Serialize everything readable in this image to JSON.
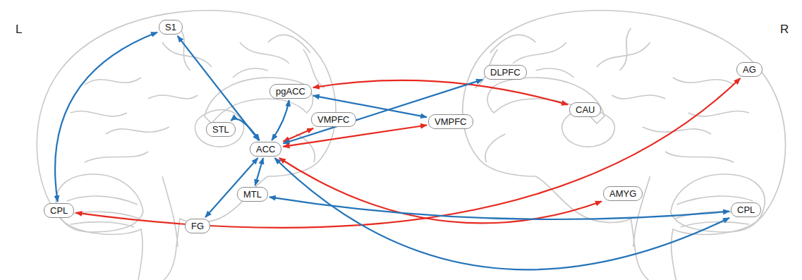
{
  "diagram": {
    "nodes": [
      {
        "text": [
          "S1"
        ]
      },
      {
        "text": [
          "DLPFC"
        ]
      },
      {
        "text": [
          "AG"
        ]
      },
      {
        "text": [
          "pgACC"
        ]
      },
      {
        "text": [
          "CAU"
        ]
      },
      {
        "text": [
          "VMPFC"
        ]
      },
      {
        "text": [
          "VMPFC"
        ]
      },
      {
        "text": [
          "STL"
        ]
      },
      {
        "text": [
          "ACC"
        ]
      },
      {
        "text": [
          "MTL"
        ]
      },
      {
        "text": [
          "AMYG"
        ]
      },
      {
        "text": [
          "CPL"
        ]
      },
      {
        "text": [
          "CPL"
        ]
      },
      {
        "text": [
          "FG"
        ]
      }
    ],
    "edges": [
      {
        "from": 0,
        "to": 11,
        "arrow": "both"
      },
      {
        "from": 8,
        "to": 0,
        "arrow": "both"
      },
      {
        "from": 3,
        "to": 4,
        "arrow": "both"
      },
      {
        "from": 8,
        "to": 3,
        "arrow": "both"
      },
      {
        "from": 7,
        "to": 8,
        "arrow": "both"
      },
      {
        "from": 8,
        "to": 5,
        "arrow": "both"
      },
      {
        "from": 8,
        "to": 1,
        "arrow": "both"
      },
      {
        "from": 3,
        "to": 6,
        "arrow": "both"
      },
      {
        "from": 8,
        "to": 6,
        "arrow": "both"
      },
      {
        "from": 8,
        "to": 9,
        "arrow": "both"
      },
      {
        "from": 8,
        "to": 13,
        "arrow": "both"
      },
      {
        "from": 8,
        "to": 10,
        "arrow": "both"
      },
      {
        "from": 11,
        "to": 2,
        "arrow": "both"
      },
      {
        "from": 9,
        "to": 12,
        "arrow": "both"
      },
      {
        "from": 8,
        "to": 12,
        "arrow": "both"
      }
    ],
    "labels": [
      "L",
      "R"
    ]
  }
}
